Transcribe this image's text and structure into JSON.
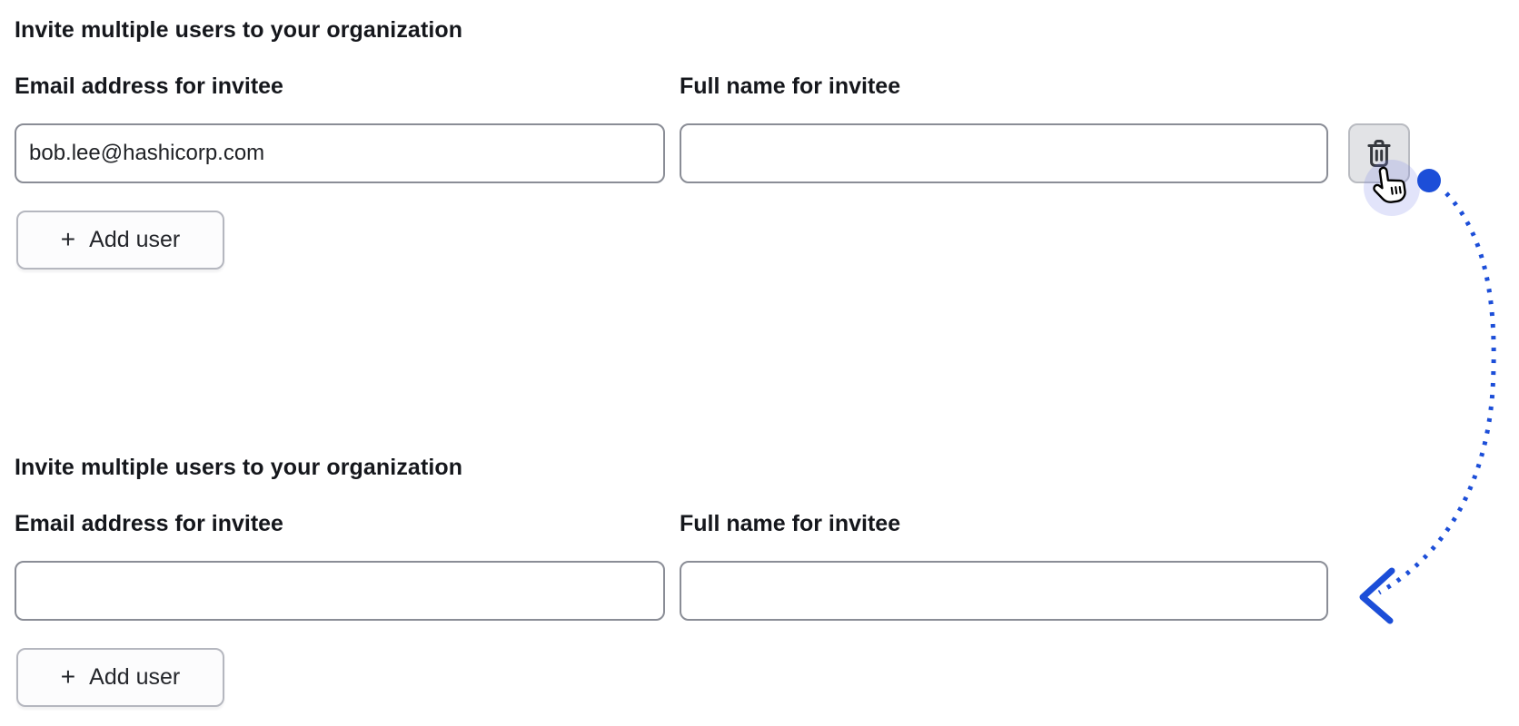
{
  "colors": {
    "accent_blue": "#1c4ed8",
    "cursor_halo_purple": "#7c84e8",
    "input_border_gray": "#8a8d96",
    "secondary_button_bg": "#fcfcfd",
    "secondary_button_border": "#b5b7bf",
    "delete_button_hover_bg": "#e2e3e6",
    "delete_button_border": "#b9bbc1",
    "text_primary": "#15171c",
    "input_text": "#202226",
    "trash_icon_color": "#34373d"
  },
  "icons": {
    "plus": "+",
    "trash": "trash-can-outline",
    "cursor": "hand-pointer",
    "annotation": "dotted-curved-arrow"
  },
  "sections": [
    {
      "heading": "Invite multiple users to your organization",
      "email_label": "Email address for invitee",
      "fullname_label": "Full name for invitee",
      "email_value": "bob.lee@hashicorp.com",
      "fullname_value": "",
      "plus_glyph": "+",
      "add_user_label": "Add user"
    },
    {
      "heading": "Invite multiple users to your organization",
      "email_label": "Email address for invitee",
      "fullname_label": "Full name for invitee",
      "email_value": "",
      "fullname_value": "",
      "plus_glyph": "+",
      "add_user_label": "Add user"
    }
  ]
}
